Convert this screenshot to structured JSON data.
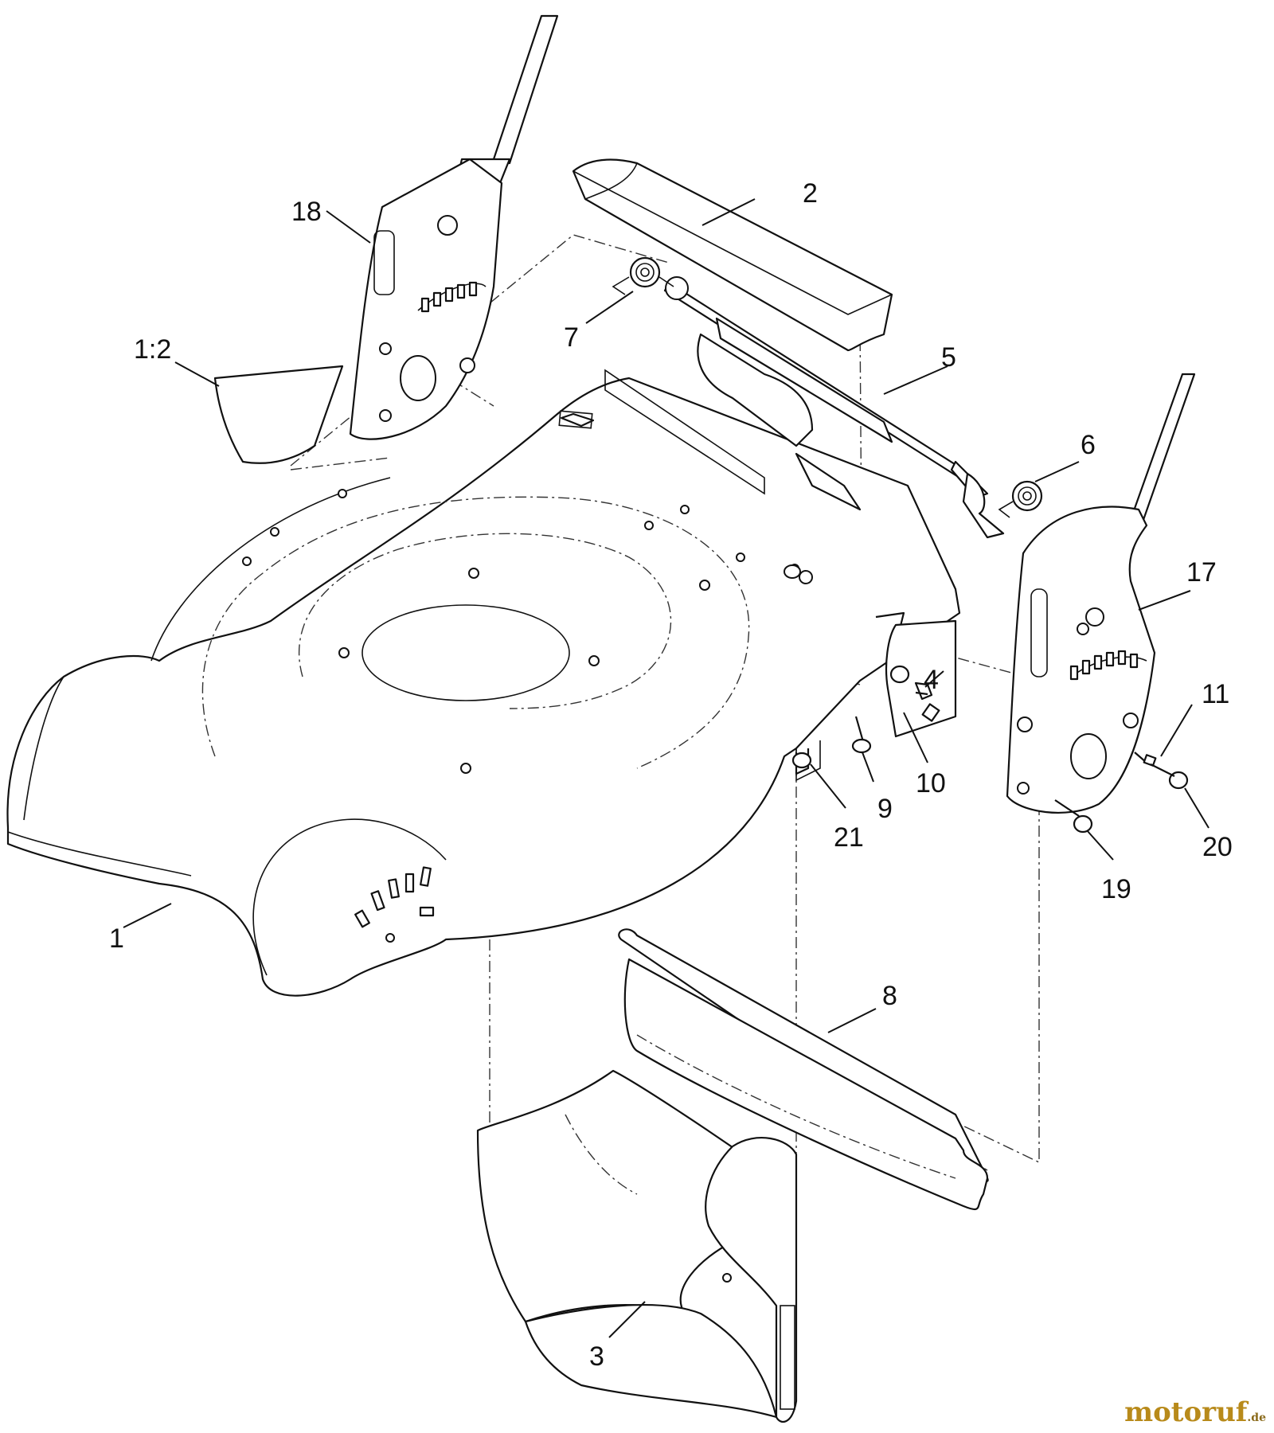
{
  "diagram": {
    "callouts": [
      {
        "id": "1",
        "text": "1"
      },
      {
        "id": "1_2",
        "text": "1:2"
      },
      {
        "id": "2",
        "text": "2"
      },
      {
        "id": "3",
        "text": "3"
      },
      {
        "id": "4",
        "text": "4"
      },
      {
        "id": "5",
        "text": "5"
      },
      {
        "id": "6",
        "text": "6"
      },
      {
        "id": "7",
        "text": "7"
      },
      {
        "id": "8",
        "text": "8"
      },
      {
        "id": "9",
        "text": "9"
      },
      {
        "id": "10",
        "text": "10"
      },
      {
        "id": "11",
        "text": "11"
      },
      {
        "id": "17",
        "text": "17"
      },
      {
        "id": "18",
        "text": "18"
      },
      {
        "id": "19",
        "text": "19"
      },
      {
        "id": "20",
        "text": "20"
      },
      {
        "id": "21",
        "text": "21"
      }
    ]
  },
  "watermark": {
    "brand": "motoruf",
    "suffix": ".de",
    "colors": {
      "main": "#b88a1a",
      "accent": "#8a2a1a"
    }
  },
  "colors": {
    "line": "#111111",
    "background": "#ffffff"
  }
}
